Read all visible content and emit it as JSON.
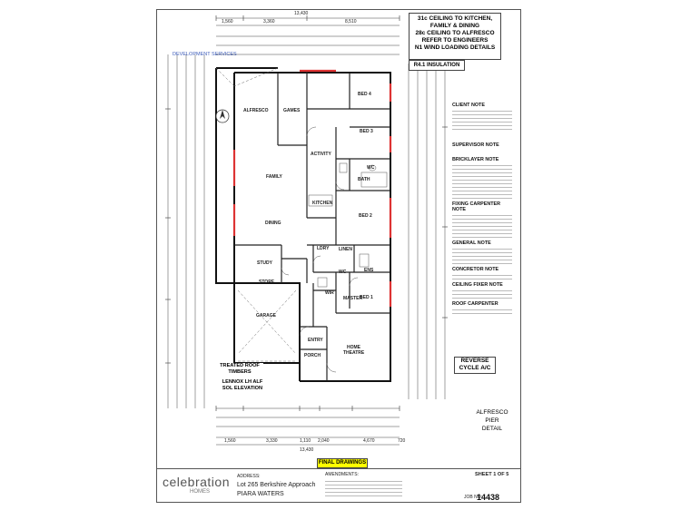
{
  "header": {
    "ceiling_note_line1": "31c CEILING TO KITCHEN,",
    "ceiling_note_line2": "FAMILY & DINING",
    "ceiling_note_line3": "28c CEILING TO ALFRESCO",
    "engineer_note_line1": "REFER TO ENGINEERS",
    "engineer_note_line2": "N1 WIND LOADING DETAILS",
    "insulation": "R4.1 INSULATION"
  },
  "top_dimensions": {
    "overall": "13,430",
    "left": "1,560",
    "mid": "3,360",
    "right": "8,510"
  },
  "bottom_dimensions": {
    "overall": "13,430",
    "d1": "1,560",
    "d2": "3,330",
    "d3": "1,110",
    "d4": "2,040",
    "d5": "4,670",
    "d6": "720"
  },
  "rooms": {
    "alfresco": "ALFRESCO",
    "games": "GAMES",
    "bed4": "BED 4",
    "bed3": "BED 3",
    "activity": "ACTIVITY",
    "bath": "BATH",
    "wc": "WC",
    "family": "FAMILY",
    "kitchen": "KITCHEN",
    "bed2": "BED 2",
    "dining": "DINING",
    "ldry": "LDRY",
    "linen": "LINEN",
    "study": "STUDY",
    "store": "STORE",
    "ens": "ENS",
    "wir": "WIR",
    "wc2": "WC",
    "master": "MASTER",
    "bed1": "BED 1",
    "garage": "GARAGE",
    "entry": "ENTRY",
    "porch": "PORCH",
    "theatre_line1": "HOME",
    "theatre_line2": "THEATRE"
  },
  "left_labels": {
    "treated_line1": "TREATED ROOF",
    "treated_line2": "TIMBERS",
    "elevation_line1": "LENNOX LH ALF",
    "elevation_line2": "SOL ELEVATION"
  },
  "notes": {
    "client": "CLIENT NOTE",
    "supervisor": "SUPERVISOR NOTE",
    "bricklayer": "BRICKLAYER NOTE",
    "fixing": "FIXING CARPENTER NOTE",
    "general": "GENERAL NOTE",
    "concretor": "CONCRETOR NOTE",
    "ceiling_fixer": "CEILING FIXER NOTE",
    "roof_carpenter": "ROOF CARPENTER"
  },
  "side_labels": {
    "reverse_cycle_line1": "REVERSE",
    "reverse_cycle_line2": "CYCLE A/C",
    "alfresco_line1": "ALFRESCO",
    "alfresco_line2": "PIER",
    "alfresco_line3": "DETAIL"
  },
  "footer": {
    "final_drawings": "FINAL DRAWINGS",
    "brand_name": "celebration",
    "brand_sub": "HOMES",
    "address_label": "ADDRESS:",
    "address_line1": "Lot 265 Berkshire Approach",
    "address_line2": "PIARA WATERS",
    "amendments": "AMENDMENTS:",
    "sheet": "SHEET 1 OF 5",
    "job_no_label": "JOB NO:",
    "job_no": "14438"
  },
  "stamp": {
    "line1": "DEVELOPMENT SERVICES"
  }
}
